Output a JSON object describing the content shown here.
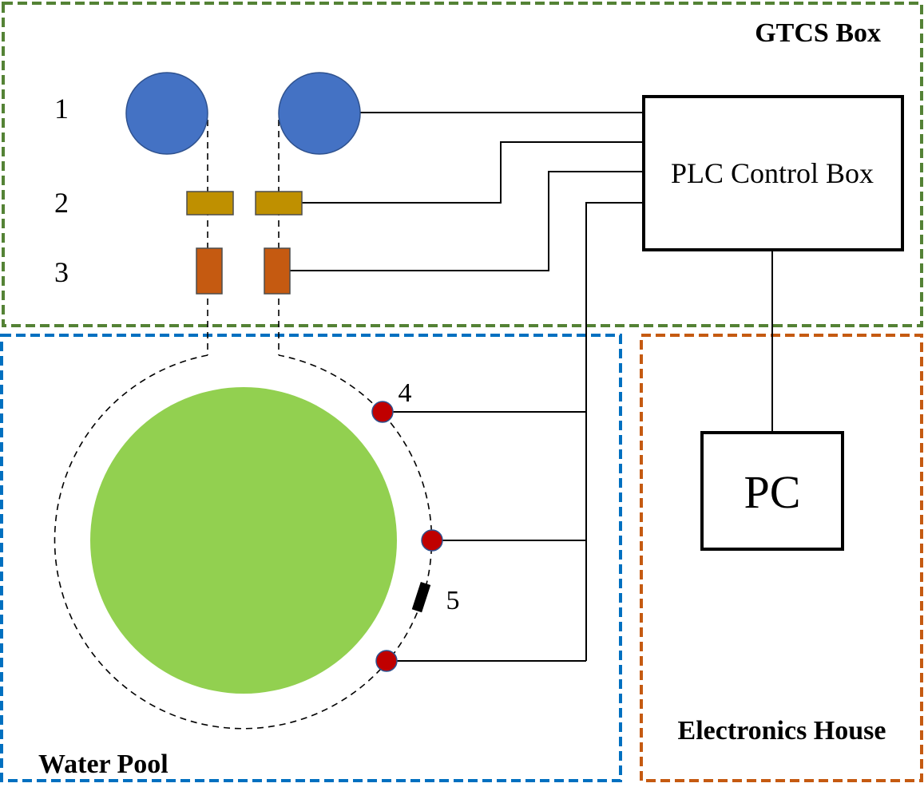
{
  "regions": {
    "gtcs_box": {
      "label": "GTCS Box",
      "color": "#548235"
    },
    "water_pool": {
      "label": "Water Pool",
      "color": "#0070C0"
    },
    "electronics_house": {
      "label": "Electronics House",
      "color": "#C55A11"
    }
  },
  "components": {
    "plc_control_box": {
      "label": "PLC Control Box"
    },
    "pc": {
      "label": "PC"
    }
  },
  "row_labels": [
    "1",
    "2",
    "3"
  ],
  "point_labels": {
    "sensor_4": "4",
    "device_5": "5"
  },
  "colors": {
    "reel": "#4472C4",
    "reel_stroke": "#2F528F",
    "unit_2": "#BF9000",
    "unit_3": "#C55A11",
    "pool": "#92D050",
    "sensor": "#C00000",
    "device_5": "#000000",
    "line": "#000000"
  }
}
